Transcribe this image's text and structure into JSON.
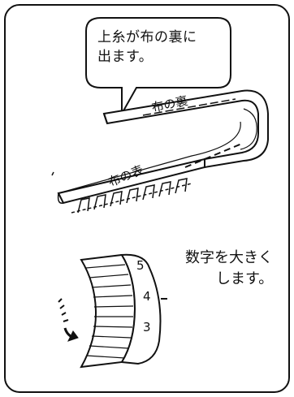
{
  "callout": {
    "line1": "上糸が布の裏に",
    "line2": "出ます。"
  },
  "fabric": {
    "back_label": "布の裏",
    "front_label": "布の表"
  },
  "dial": {
    "numbers": [
      "5",
      "4",
      "3"
    ],
    "note_line1": "数字を大きく",
    "note_line2": "します。"
  }
}
